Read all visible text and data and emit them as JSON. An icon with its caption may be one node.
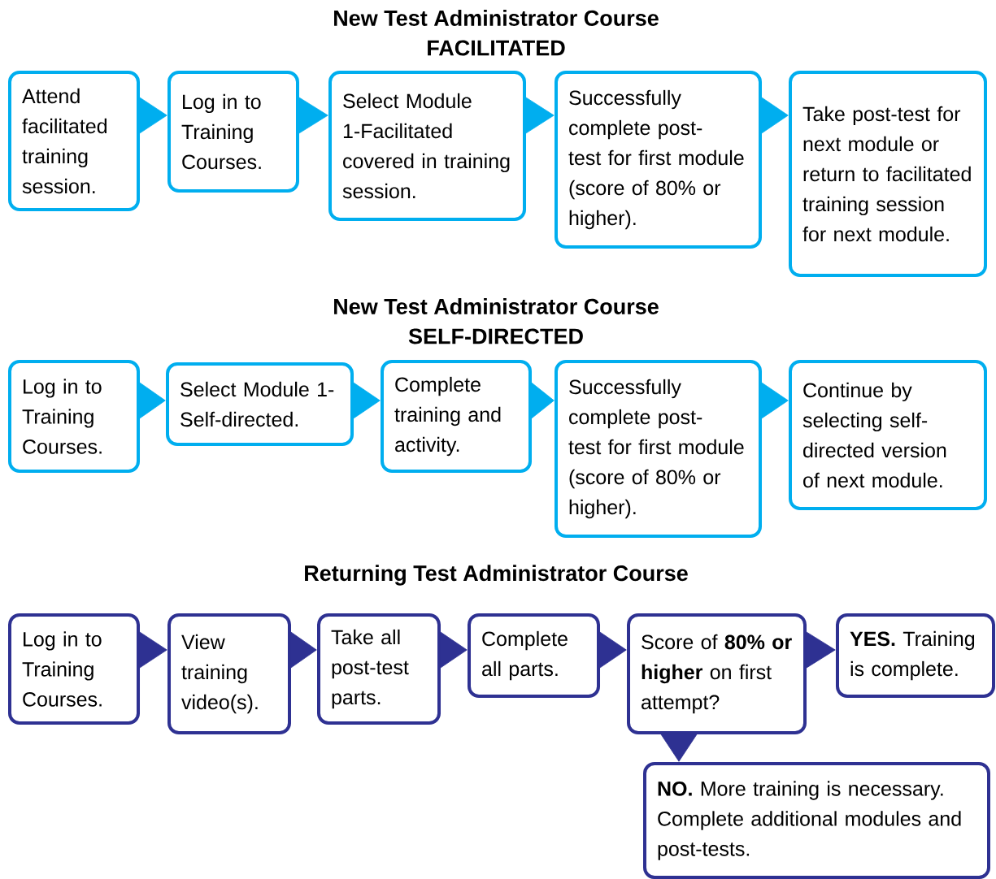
{
  "diagram": {
    "nodes": [
      {
        "text": [
          "Attend facilitated training session."
        ]
      },
      {
        "text": [
          "Log in to Training Courses."
        ]
      },
      {
        "text": [
          "Select Module 1-Facilitated covered in training session."
        ]
      },
      {
        "text": [
          "Successfully complete post-test for first module (score of 80% or higher)."
        ]
      },
      {
        "text": [
          "Take post-test for next module or return to facilitated training session for next module."
        ]
      },
      {
        "text": [
          "Log in to Training Courses."
        ]
      },
      {
        "text": [
          "Select Module 1-Self-directed."
        ]
      },
      {
        "text": [
          "Complete training and activity."
        ]
      },
      {
        "text": [
          "Successfully complete post-test for first module (score of 80% or higher)."
        ]
      },
      {
        "text": [
          "Continue by selecting self-directed version of next module."
        ]
      },
      {
        "text": [
          "Log in to Training Courses."
        ]
      },
      {
        "text": [
          "View training video(s)."
        ]
      },
      {
        "text": [
          "Take all post-test parts."
        ]
      },
      {
        "text": [
          "Complete all parts."
        ]
      },
      {
        "text": [
          "Score of **80% or higher** on first attempt?"
        ]
      },
      {
        "text": [
          "**YES.** Training is complete."
        ]
      },
      {
        "text": [
          "**NO.** More training is necessary. Complete additional modules and post-tests."
        ]
      }
    ],
    "edges": [
      {
        "from": 0,
        "to": 1,
        "arrow": "to"
      },
      {
        "from": 1,
        "to": 2,
        "arrow": "to"
      },
      {
        "from": 2,
        "to": 3,
        "arrow": "to"
      },
      {
        "from": 3,
        "to": 4,
        "arrow": "to"
      },
      {
        "from": 5,
        "to": 6,
        "arrow": "to"
      },
      {
        "from": 6,
        "to": 7,
        "arrow": "to"
      },
      {
        "from": 7,
        "to": 8,
        "arrow": "to"
      },
      {
        "from": 8,
        "to": 9,
        "arrow": "to"
      },
      {
        "from": 10,
        "to": 11,
        "arrow": "to",
        "color": "#2e3192"
      },
      {
        "from": 11,
        "to": 12,
        "arrow": "to",
        "color": "#2e3192"
      },
      {
        "from": 12,
        "to": 13,
        "arrow": "to",
        "color": "#2e3192"
      },
      {
        "from": 13,
        "to": 14,
        "arrow": "to",
        "color": "#2e3192"
      },
      {
        "from": 14,
        "to": 15,
        "arrow": "to",
        "color": "#2e3192"
      },
      {
        "from": 14,
        "to": 16,
        "arrow": "to",
        "color": "#2e3192"
      }
    ],
    "labels": [
      "New Test Administrator Course",
      "FACILITATED",
      "New Test Administrator Course",
      "SELF-DIRECTED",
      "Returning Test Administrator Course"
    ]
  }
}
